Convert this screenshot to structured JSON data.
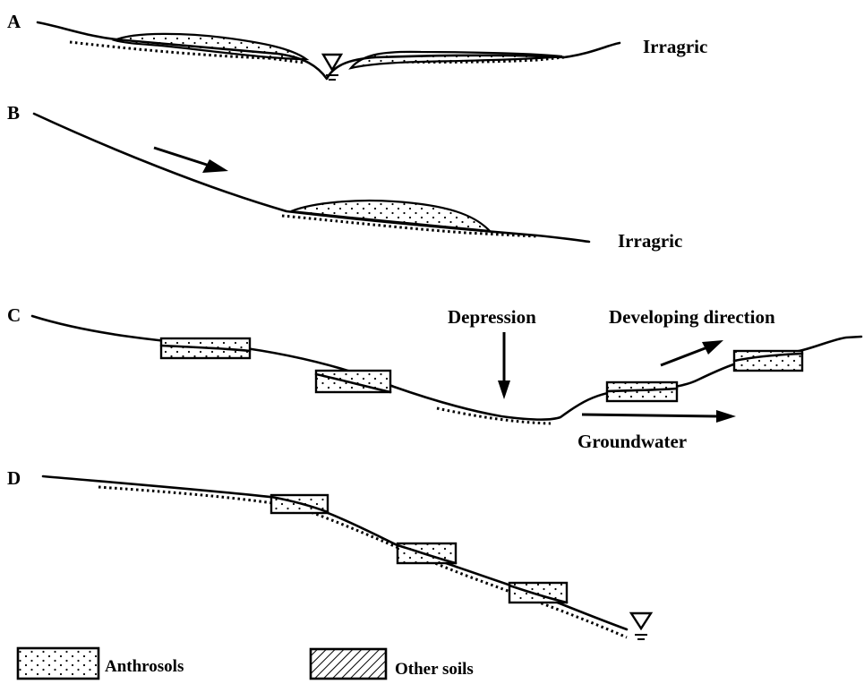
{
  "panels": {
    "a": {
      "letter": "A",
      "note": "Irragric"
    },
    "b": {
      "letter": "B",
      "note": "Irragric"
    },
    "c": {
      "letter": "C",
      "depression": "Depression",
      "developing": "Developing direction",
      "groundwater": "Groundwater"
    },
    "d": {
      "letter": "D"
    }
  },
  "legend": {
    "anthrosols": "Anthrosols",
    "other_soils": "Other soils"
  },
  "icons": [
    "water-table-icon",
    "flow-arrow-icon"
  ]
}
